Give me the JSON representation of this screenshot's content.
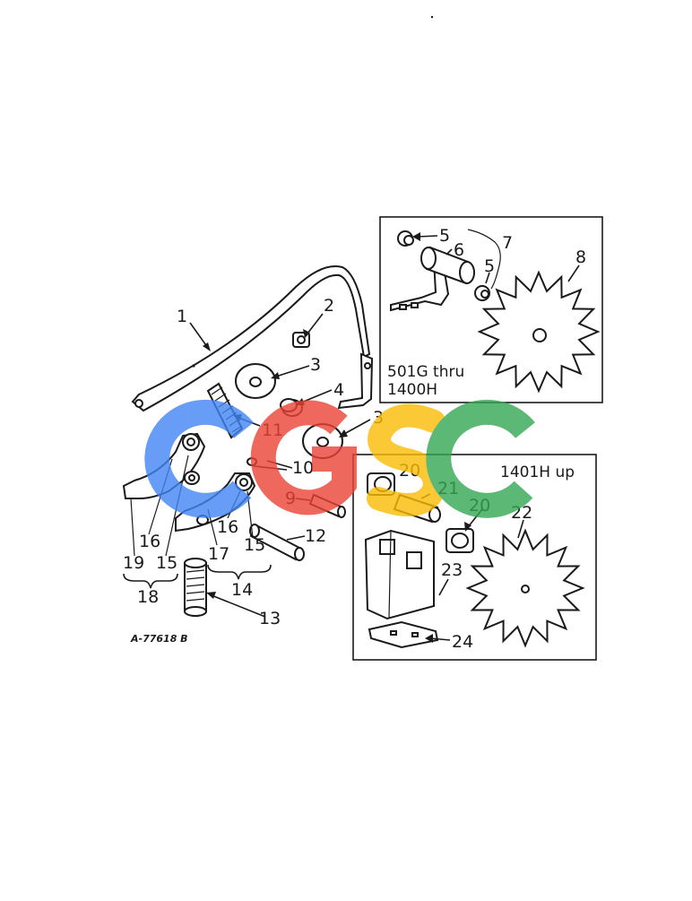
{
  "diagram": {
    "figure_code": "A-77618 B",
    "inset_top_label_line1": "501G thru",
    "inset_top_label_line2": "1400H",
    "inset_bottom_label": "1401H up",
    "callouts": {
      "c1": "1",
      "c2": "2",
      "c3a": "3",
      "c3b": "3",
      "c4": "4",
      "c5a": "5",
      "c5b": "5",
      "c6": "6",
      "c7": "7",
      "c8": "8",
      "c9": "9",
      "c10": "10",
      "c11": "11",
      "c12": "12",
      "c13": "13",
      "c14": "14",
      "c15a": "15",
      "c15b": "15",
      "c16a": "16",
      "c16b": "16",
      "c17": "17",
      "c18": "18",
      "c19": "19",
      "c20a": "20",
      "c20b": "20",
      "c21": "21",
      "c22": "22",
      "c23": "23",
      "c24": "24"
    }
  },
  "watermark": {
    "text": "CGSC",
    "colors": [
      "#4285f4",
      "#ea4335",
      "#fbbc05",
      "#34a853"
    ]
  }
}
